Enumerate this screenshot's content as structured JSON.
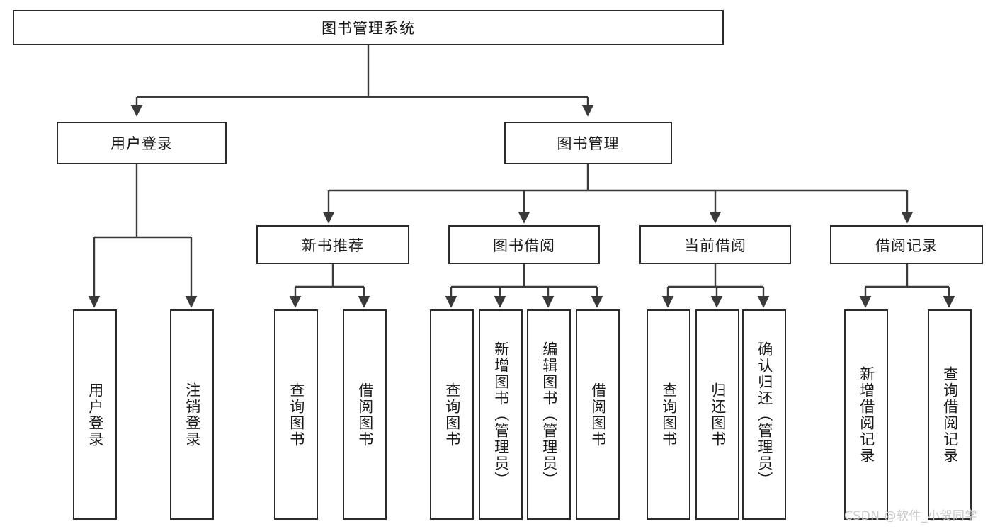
{
  "diagram": {
    "title": "图书管理系统",
    "type": "hierarchy-tree",
    "background_color": "#ffffff",
    "node_border_color": "#2b2b2b",
    "edge_color": "#3a3a3a",
    "levels": 4
  },
  "nodes": {
    "root": {
      "label": "图书管理系统",
      "orientation": "horizontal"
    },
    "level2": [
      {
        "id": "user-login",
        "label": "用户登录",
        "orientation": "horizontal"
      },
      {
        "id": "book-manage",
        "label": "图书管理",
        "orientation": "horizontal"
      }
    ],
    "level3": [
      {
        "id": "new-book-recommend",
        "label": "新书推荐",
        "orientation": "horizontal",
        "parent": "book-manage"
      },
      {
        "id": "book-borrow",
        "label": "图书借阅",
        "orientation": "horizontal",
        "parent": "book-manage"
      },
      {
        "id": "current-borrow",
        "label": "当前借阅",
        "orientation": "horizontal",
        "parent": "book-manage"
      },
      {
        "id": "borrow-record",
        "label": "借阅记录",
        "orientation": "horizontal",
        "parent": "book-manage"
      }
    ],
    "leaves": [
      {
        "id": "leaf-user-login",
        "label": "用户登录",
        "orientation": "vertical",
        "parent": "user-login"
      },
      {
        "id": "leaf-logout",
        "label": "注销登录",
        "orientation": "vertical",
        "parent": "user-login"
      },
      {
        "id": "leaf-query-book-1",
        "label": "查询图书",
        "orientation": "vertical",
        "parent": "new-book-recommend"
      },
      {
        "id": "leaf-borrow-book-1",
        "label": "借阅图书",
        "orientation": "vertical",
        "parent": "new-book-recommend"
      },
      {
        "id": "leaf-query-book-2",
        "label": "查询图书",
        "orientation": "vertical",
        "parent": "book-borrow"
      },
      {
        "id": "leaf-add-book",
        "label": "新增图书（管理员）",
        "orientation": "vertical",
        "parent": "book-borrow"
      },
      {
        "id": "leaf-edit-book",
        "label": "编辑图书（管理员）",
        "orientation": "vertical",
        "parent": "book-borrow"
      },
      {
        "id": "leaf-borrow-book-2",
        "label": "借阅图书",
        "orientation": "vertical",
        "parent": "book-borrow"
      },
      {
        "id": "leaf-query-book-3",
        "label": "查询图书",
        "orientation": "vertical",
        "parent": "current-borrow"
      },
      {
        "id": "leaf-return-book",
        "label": "归还图书",
        "orientation": "vertical",
        "parent": "current-borrow"
      },
      {
        "id": "leaf-confirm-return",
        "label": "确认归还（管理员）",
        "orientation": "vertical",
        "parent": "current-borrow"
      },
      {
        "id": "leaf-add-record",
        "label": "新增借阅记录",
        "orientation": "vertical",
        "parent": "borrow-record"
      },
      {
        "id": "leaf-query-record",
        "label": "查询借阅记录",
        "orientation": "vertical",
        "parent": "borrow-record"
      }
    ]
  },
  "watermark": {
    "text": "CSDN @软件_小贺同学",
    "color": "#c9c9c9"
  }
}
